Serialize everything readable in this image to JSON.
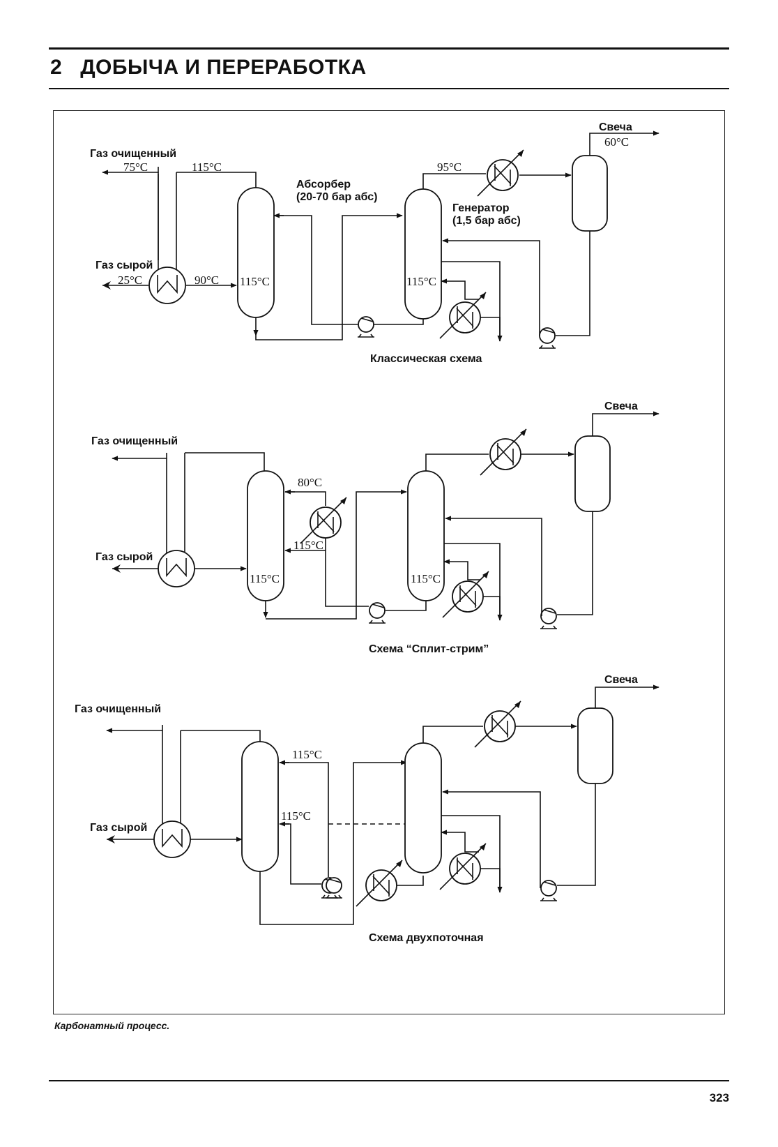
{
  "header": {
    "number": "2",
    "title": "ДОБЫЧА И ПЕРЕРАБОТКА"
  },
  "page_number": "323",
  "caption": "Карбонатный процесс.",
  "schemes": [
    {
      "caption": "Классическая схема",
      "gas_clean": "Газ очищенный",
      "gas_raw": "Газ сырой",
      "candle": "Свеча",
      "absorber": "Абсорбер",
      "absorber_pressure": "(20-70 бар абс)",
      "generator": "Генератор",
      "generator_pressure": "(1,5 бар абс)",
      "t_clean_out": "75°C",
      "t_hx_top": "115°C",
      "t_raw_in": "25°C",
      "t_hx_out": "90°C",
      "t_absorber": "115°C",
      "t_generator": "115°C",
      "t_gen_top": "95°C",
      "t_candle": "60°C"
    },
    {
      "caption": "Схема “Сплит-стрим”",
      "gas_clean": "Газ очищенный",
      "gas_raw": "Газ сырой",
      "candle": "Свеча",
      "t_split_top": "80°C",
      "t_split_mid": "115°C",
      "t_absorber": "115°C",
      "t_generator": "115°C"
    },
    {
      "caption": "Схема двухпоточная",
      "gas_clean": "Газ очищенный",
      "gas_raw": "Газ сырой",
      "candle": "Свеча",
      "t_upper": "115°C",
      "t_lower": "115°C"
    }
  ],
  "icons": {
    "heat_exchanger": "heat-exchanger-icon",
    "cooler": "cooler-icon",
    "pump": "pump-icon"
  }
}
